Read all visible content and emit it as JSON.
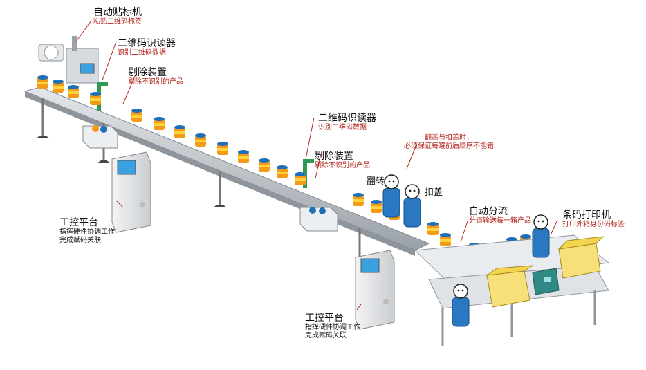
{
  "labels": {
    "auto_labeler": {
      "title": "自动贴标机",
      "sub": "粘贴二维码标签"
    },
    "qr_reader_1": {
      "title": "二维码识读器",
      "sub": "识别二维码数据"
    },
    "reject_1": {
      "title": "剔除装置",
      "sub": "剔除不识别的产品"
    },
    "qr_reader_2": {
      "title": "二维码识读器",
      "sub": "识别二维码数据"
    },
    "reject_2": {
      "title": "剔除装置",
      "sub": "剔除不识别的产品"
    },
    "control_1": {
      "title": "工控平台",
      "line1": "指挥硬件协调工作",
      "line2": "完成赋码关联"
    },
    "control_2": {
      "title": "工控平台",
      "line1": "指挥硬件协调工作",
      "line2": "完成赋码关联"
    },
    "flip": {
      "title": "翻转"
    },
    "cap": {
      "title": "扣盖"
    },
    "note": {
      "line1": "翻盖与扣盖时，",
      "line2": "必须保证每罐前后顺序不能错"
    },
    "auto_split": {
      "title": "自动分流",
      "sub": "分道输送每一箱产品"
    },
    "barcode_printer": {
      "title": "条码打印机",
      "sub": "打印外箱身份码标签"
    }
  },
  "colors": {
    "conveyor": "#bfc4c9",
    "conveyor_dark": "#8e959c",
    "can_orange": "#f39a1b",
    "can_yellow": "#ffd23a",
    "can_cap": "#1d6fb8",
    "worker_blue": "#2a78c2",
    "box_yellow": "#f7e07a",
    "screen_blue": "#3aa0e0",
    "note_red": "#b3261e",
    "printer_teal": "#2f8a86"
  }
}
